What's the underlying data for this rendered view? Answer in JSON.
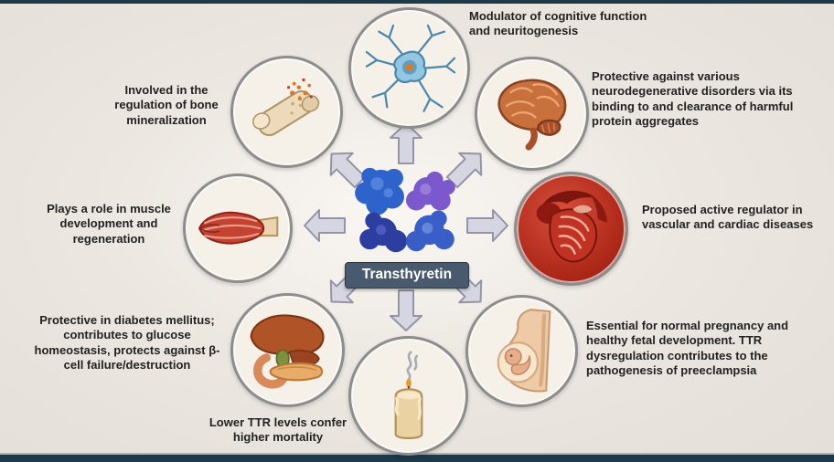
{
  "center": {
    "label": "Transthyretin"
  },
  "annotations": {
    "neuron": "Modulator of cognitive function and neuritogenesis",
    "brain": "Protective against various neurodegenerative disorders via its binding to and clearance of harmful protein aggregates",
    "heart": "Proposed active regulator in vascular and cardiac diseases",
    "pregnancy": "Essential for normal pregnancy and healthy fetal development. TTR dysregulation contributes to the pathogenesis of preeclampsia",
    "candle": "Lower TTR levels confer higher mortality",
    "liver_pancreas": "Protective in diabetes mellitus; contributes to glucose homeostasis, protects against β-cell failure/destruction",
    "muscle": "Plays a role in muscle development and regeneration",
    "bone": "Involved in the regulation of bone mineralization"
  },
  "icons": [
    "protein-tetramer-icon",
    "neuron-icon",
    "brain-icon",
    "heart-icon",
    "fetus-icon",
    "candle-icon",
    "liver-pancreas-icon",
    "muscle-icon",
    "bone-icon",
    "arrow-icon"
  ],
  "colors": {
    "background": "#e4dfd8",
    "circle_fill": "#f5f0e8",
    "circle_border": "#8d8d8d",
    "arrow_fill": "#d6d6e2",
    "arrow_stroke": "#9494a6",
    "badge_bg": "#4a5a6e",
    "badge_text": "#ffffff",
    "text": "#222222",
    "heart_circle_bg": "#b02a1a",
    "frame_bar": "#1c3a4a"
  }
}
